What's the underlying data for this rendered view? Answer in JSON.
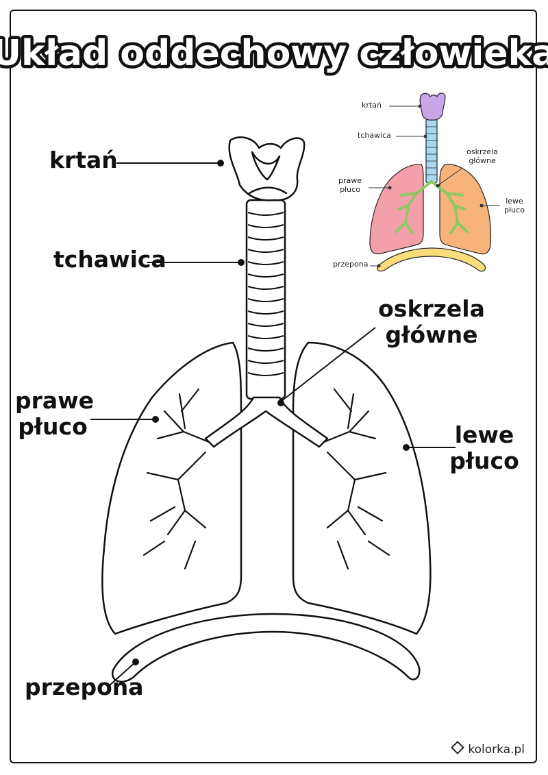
{
  "title": "Układ oddechowy człowieka",
  "main_labels": {
    "larynx": "krtań",
    "trachea": "tchawica",
    "bronchi_line1": "oskrzela",
    "bronchi_line2": "główne",
    "right_lung_line1": "prawe",
    "right_lung_line2": "płuco",
    "left_lung_line1": "lewe",
    "left_lung_line2": "płuco",
    "diaphragm": "przepona"
  },
  "inset_labels": {
    "larynx": "krtań",
    "trachea": "tchawica",
    "bronchi_line1": "oskrzela",
    "bronchi_line2": "główne",
    "right_lung_line1": "prawe",
    "right_lung_line2": "płuco",
    "left_lung_line1": "lewe",
    "left_lung_line2": "płuco",
    "diaphragm": "przepona"
  },
  "brand": "kolorka.pl",
  "colors": {
    "outline": "#111111",
    "larynx": "#c9a6e8",
    "trachea": "#a9d8f0",
    "right_lung": "#f4a0ab",
    "left_lung": "#f7b37a",
    "bronchi": "#9fd27a",
    "diaphragm": "#f9dd7a"
  }
}
